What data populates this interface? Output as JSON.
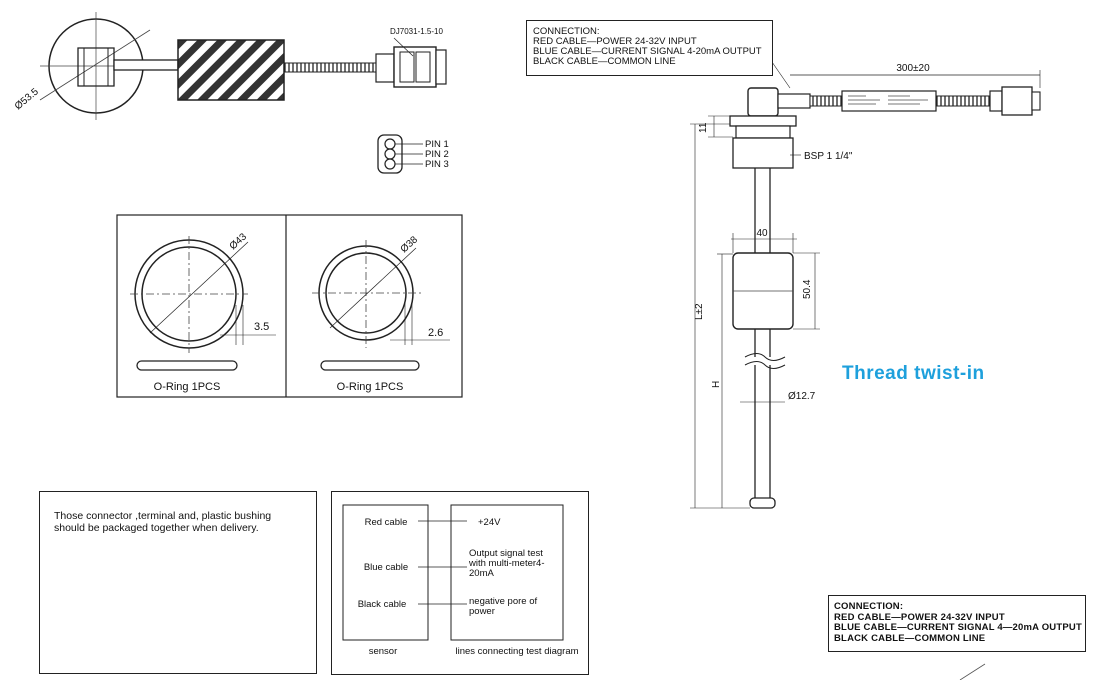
{
  "connection_top": {
    "title": "CONNECTION:",
    "lines": [
      "RED CABLE—POWER 24-32V INPUT",
      "BLUE CABLE—CURRENT SIGNAL 4-20mA OUTPUT",
      "BLACK CABLE—COMMON LINE"
    ]
  },
  "connection_bottom": {
    "title": "CONNECTION:",
    "lines": [
      "RED CABLE—POWER 24-32V INPUT",
      "BLUE CABLE—CURRENT SIGNAL 4—20mA OUTPUT",
      "BLACK CABLE—COMMON LINE"
    ]
  },
  "top_view": {
    "diameter": "Ø53.5",
    "connector_part": "DJ7031-1.5-10",
    "pins": [
      "PIN 1",
      "PIN 2",
      "PIN 3"
    ]
  },
  "orings": [
    {
      "diameter": "Ø43",
      "thickness": "3.5",
      "label": "O-Ring 1PCS"
    },
    {
      "diameter": "Ø38",
      "thickness": "2.6",
      "label": "O-Ring 1PCS"
    }
  ],
  "side_view": {
    "cable_length": "300±20",
    "head_height": "11",
    "thread": "BSP 1 1/4\"",
    "float_width": "40",
    "float_height": "50.4",
    "total_length": "L±2",
    "h_label": "H",
    "tube_diameter": "Ø12.7"
  },
  "thread_title": "Thread twist-in",
  "packaging": {
    "text": "Those connector ,terminal and, plastic bushing should be packaged together when delivery."
  },
  "test_diagram": {
    "left_rows": [
      "Red cable",
      "Blue cable",
      "Black cable"
    ],
    "right_rows": [
      "+24V",
      "Output signal test with multi-meter4-20mA",
      "negative pore of power"
    ],
    "caption_left": "sensor",
    "caption_right": "lines connecting test diagram"
  }
}
